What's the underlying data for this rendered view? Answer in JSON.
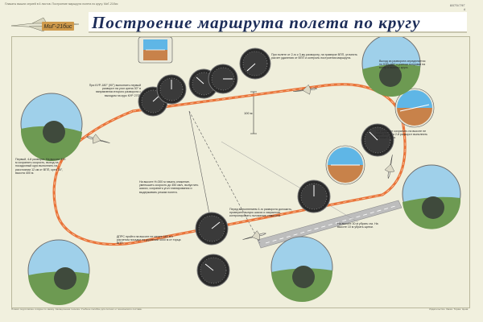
{
  "header": {
    "top_note": "Плакаты вышли серией в 6 листов. Построение маршрута полета по кругу. МиГ-21бис",
    "series_code": "8875/79Г",
    "sheet": "4",
    "title": "Построение маршрута полета по кругу",
    "logo_text": "МиГ-21бис"
  },
  "diagram": {
    "distance_label": "100 м",
    "captions": {
      "first_turn": "При КУР-180° (90°) выполнить первый разворот на угол крена 30° в направлении второго разворота с выходом на курс КУР 270°.",
      "fourth_turn": "Первый, 4-й разворот. На высоте 400 м сохранять скорость, выход на посадочный курс выполнить на расстоянии 12 км от ВПП, крен 30°, высота 400 м.",
      "second_third": "При полете от 2-го к 3-му развороту, на траверзе ВПП, уточнить расчет удаления от ВПП и контроль построения маршрута.",
      "third_turn": "Выход из разворота определяется по КУР-180° с учетом поправки на ветер и высоты круга.",
      "after_third": "1-й разворот сохранить на высоте не ниже 300 м, а 2-й разворот выполнить не ниже 400 м.",
      "altitude_300": "На высоте Н=300 м начать снижение, уменьшить скорость до 450 км/ч, выпустить шасси, сохранить угол планирования и выдерживать режим полета.",
      "fourth_turn_start": "Перед выполнением 4-го разворота доложить, проверить выпуск шасси и закрылков, контролировать положение самолета.",
      "distance_drm": "ДПРС пройти на высоте не менее 180 м с расчетом посадки на удалении 4000 м от торца ВПП.",
      "final": "На высоте 30 м убрать газ. На высоте 10 м убрать щитки."
    }
  },
  "footer": {
    "left_text": "Плакат подготовлен и издан по заказу. Авиационная техника. Учебное пособие для летного и технического состава.",
    "right_text": "Издательство. Заказ. Тираж. Цена."
  },
  "colors": {
    "route": "#e9743a",
    "title_text": "#1c2c58",
    "panel_bg": "#efeedb",
    "sky": "#9fd0ea",
    "ground": "#6d9a52",
    "runway": "#bdbdbd"
  }
}
